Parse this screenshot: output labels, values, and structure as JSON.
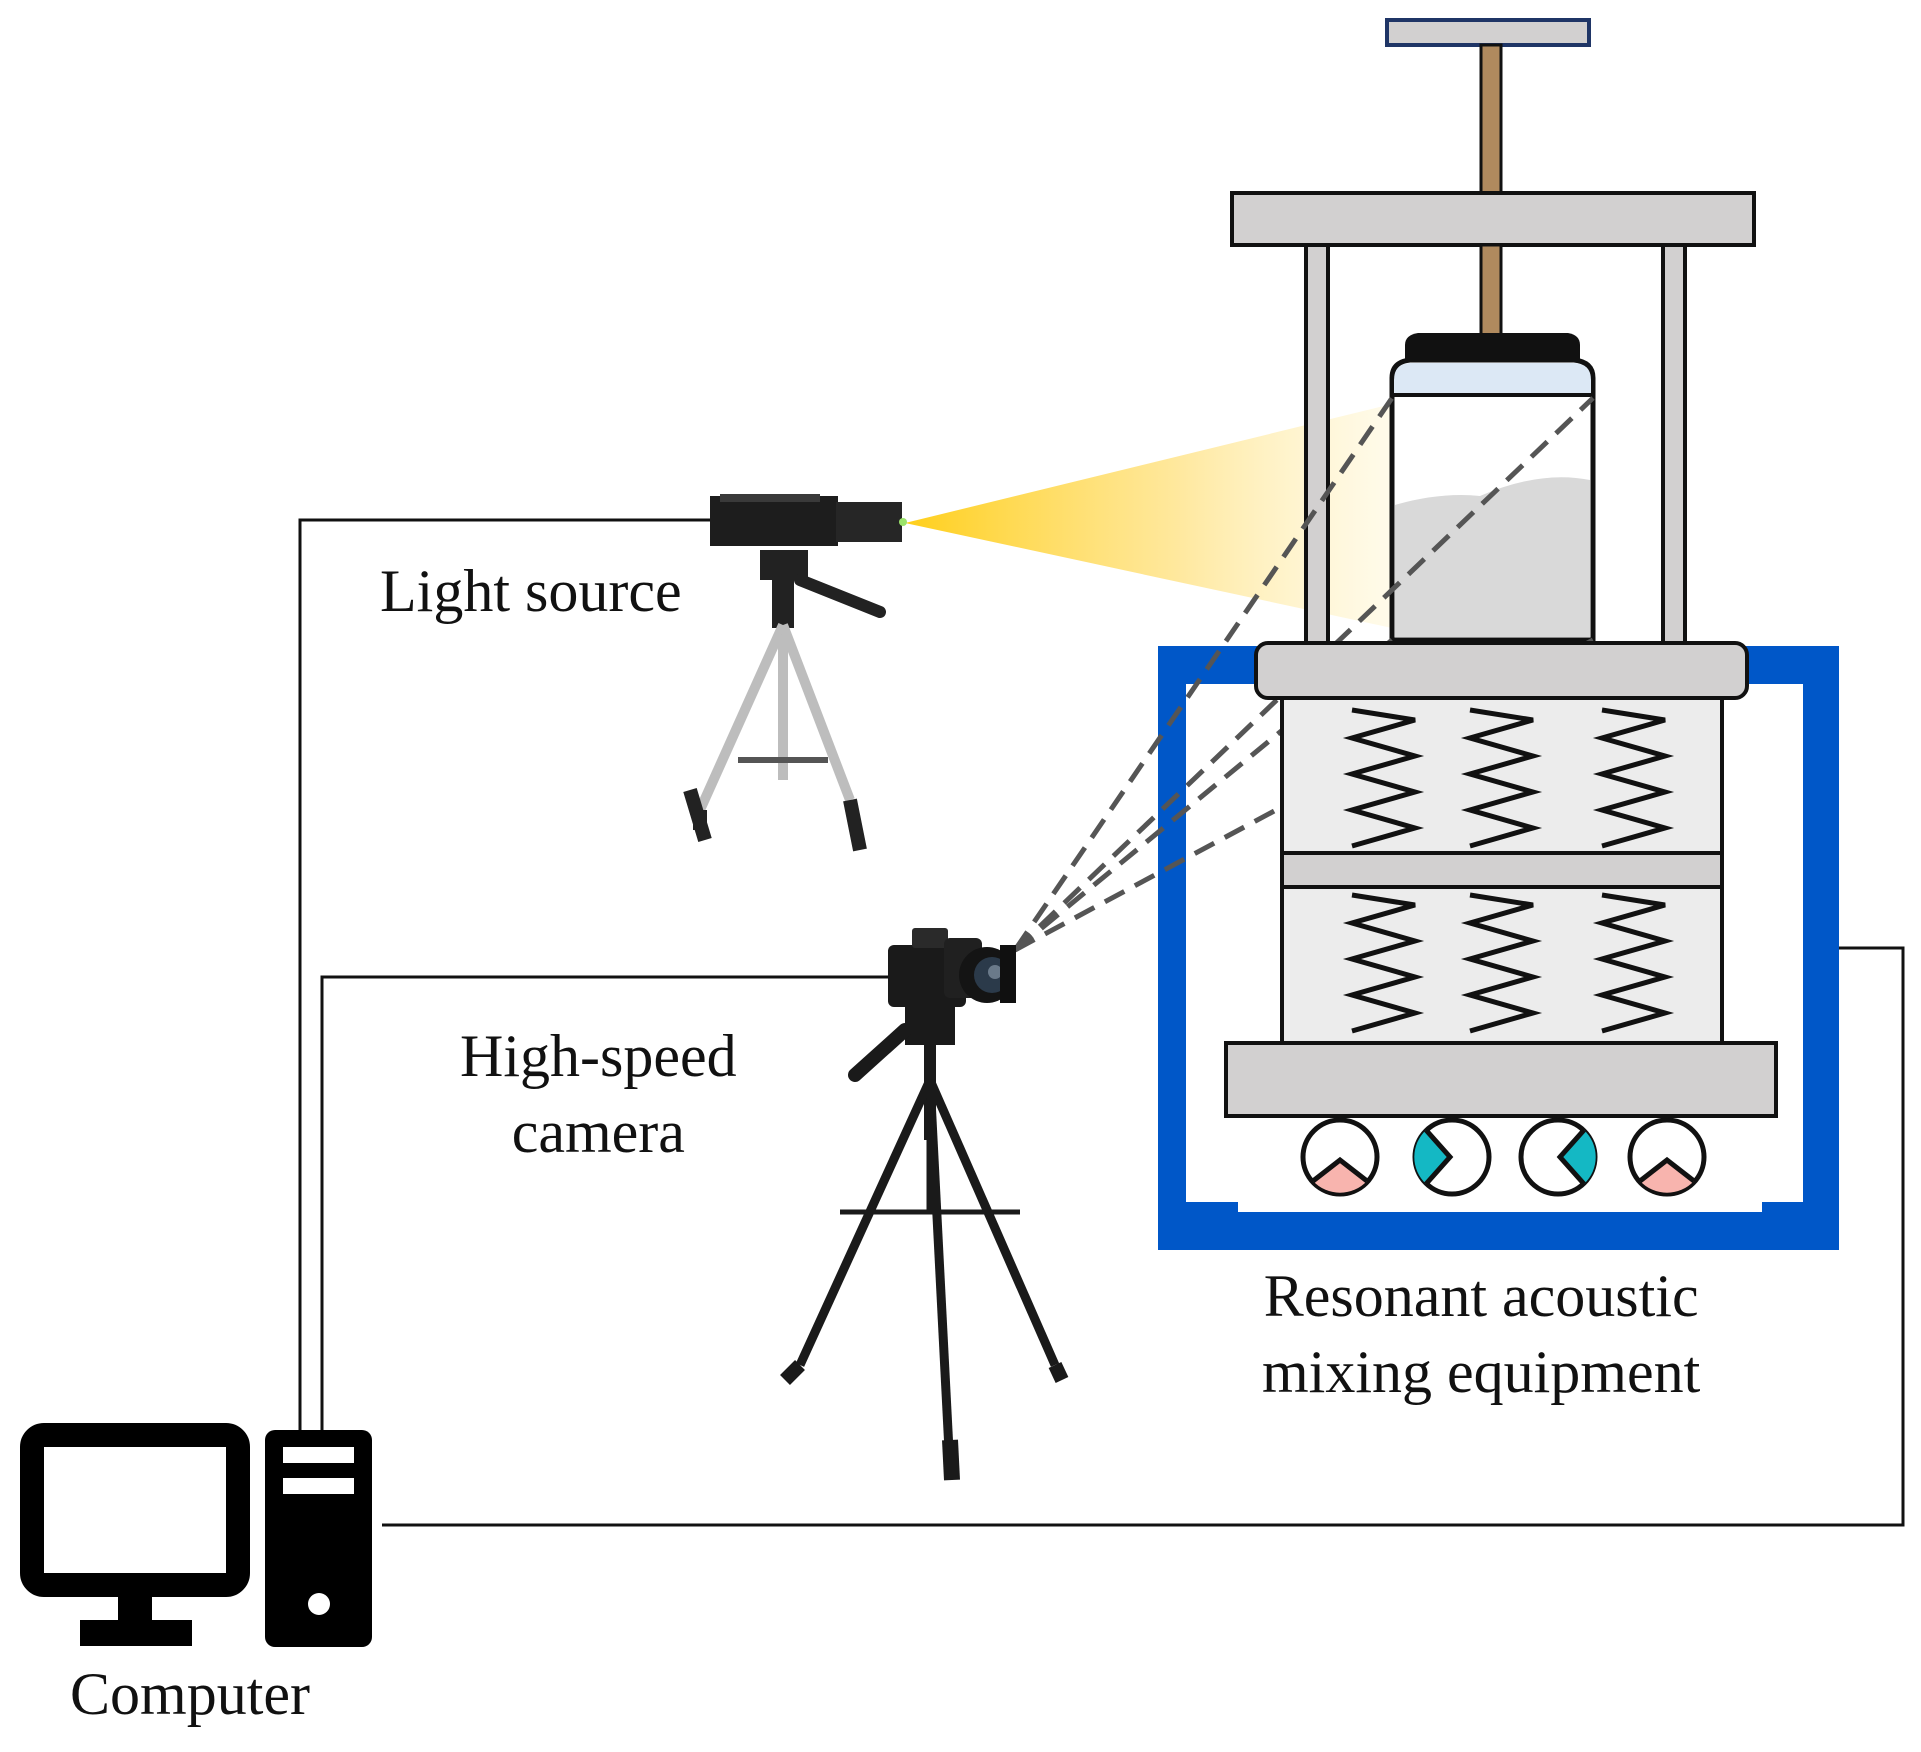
{
  "labels": {
    "light_source": "Light source",
    "camera_line1": "High-speed",
    "camera_line2": "camera",
    "mixer_line1": "Resonant acoustic",
    "mixer_line2": "mixing equipment",
    "computer": "Computer"
  },
  "colors": {
    "frame_blue": "#0057c8",
    "plate_gray": "#d2d0d0",
    "spring_bg": "#ececec",
    "rod_brown": "#b08a5e",
    "top_bar_border": "#1f3566",
    "beam_yellow": "#ffd21f",
    "lid_light": "#dce8f5",
    "powder_gray": "#d9d9d9",
    "cam_cyan": "#14b8c4",
    "cam_pink": "#f8b4ae",
    "dash_gray": "#555555",
    "wire": "#111111"
  },
  "icons": {
    "light_source": "light-projector-icon",
    "camera": "dslr-camera-icon",
    "tripod": "tripod-icon",
    "computer": "desktop-computer-icon",
    "spring": "spring-icon",
    "eccentric_mass": "eccentric-cam-icon"
  }
}
